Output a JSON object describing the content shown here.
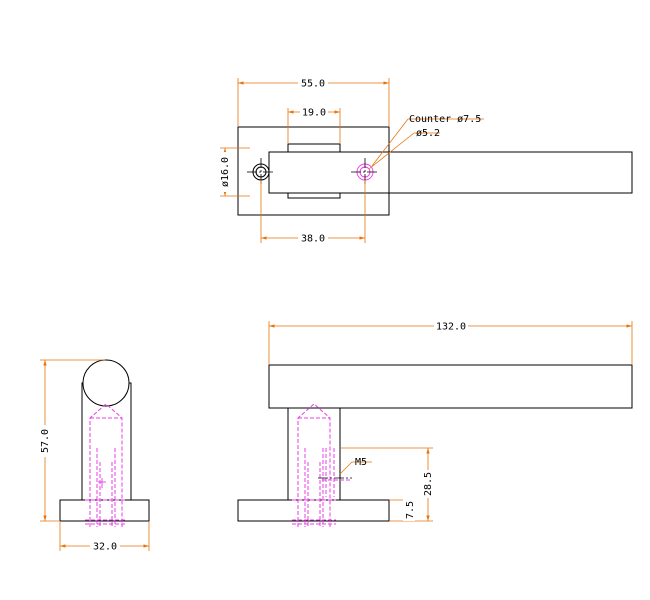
{
  "colors": {
    "object_line": "#000000",
    "dimension_line": "#e8740c",
    "hidden_line": "#e83ce8",
    "background": "#ffffff"
  },
  "top_view": {
    "dims": {
      "overall_width": "55.0",
      "boss_width": "19.0",
      "hole_spacing": "38.0",
      "rose_diameter": "ø16.0"
    },
    "callout": {
      "counter": "Counter ø7.5",
      "hole": "ø5.2"
    }
  },
  "side_view": {
    "dims": {
      "height": "57.0",
      "base_width": "32.0"
    }
  },
  "front_view": {
    "dims": {
      "lever_length": "132.0",
      "thread_height": "28.5",
      "base_height": "7.5"
    },
    "thread_label": "M5"
  }
}
